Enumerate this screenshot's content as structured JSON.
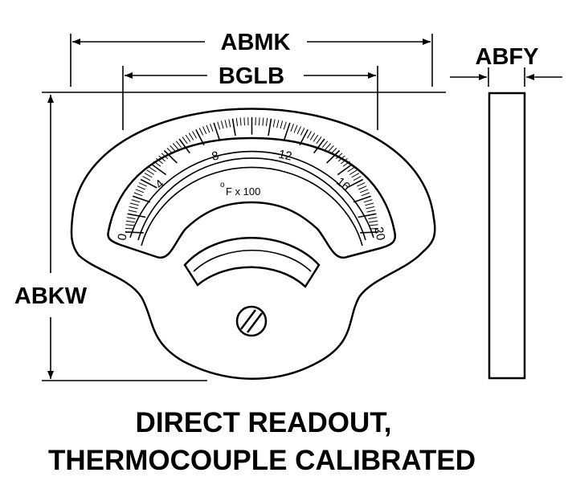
{
  "dimensions": {
    "overall_width": "ABMK",
    "scale_width": "BGLB",
    "thickness": "ABFY",
    "height": "ABKW"
  },
  "scale": {
    "labels": [
      "0",
      "4",
      "8",
      "12",
      "16",
      "20"
    ],
    "unit_symbol": "o",
    "unit_label": "F x 100"
  },
  "caption": {
    "line1": "DIRECT READOUT,",
    "line2": "THERMOCOUPLE CALIBRATED"
  }
}
